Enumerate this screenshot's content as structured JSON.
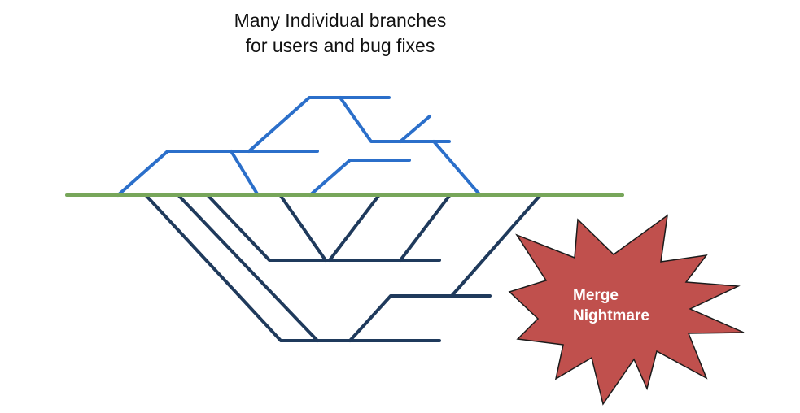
{
  "title": {
    "line1": "Many Individual branches",
    "line2": "for users and bug fixes"
  },
  "burst": {
    "line1": "Merge",
    "line2": "Nightmare"
  },
  "colors": {
    "mainline": "#77a65a",
    "upper_branches": "#2b6fca",
    "lower_branches": "#1f3a5c",
    "burst_fill": "#c0504d",
    "burst_stroke": "#1b1b1b"
  }
}
